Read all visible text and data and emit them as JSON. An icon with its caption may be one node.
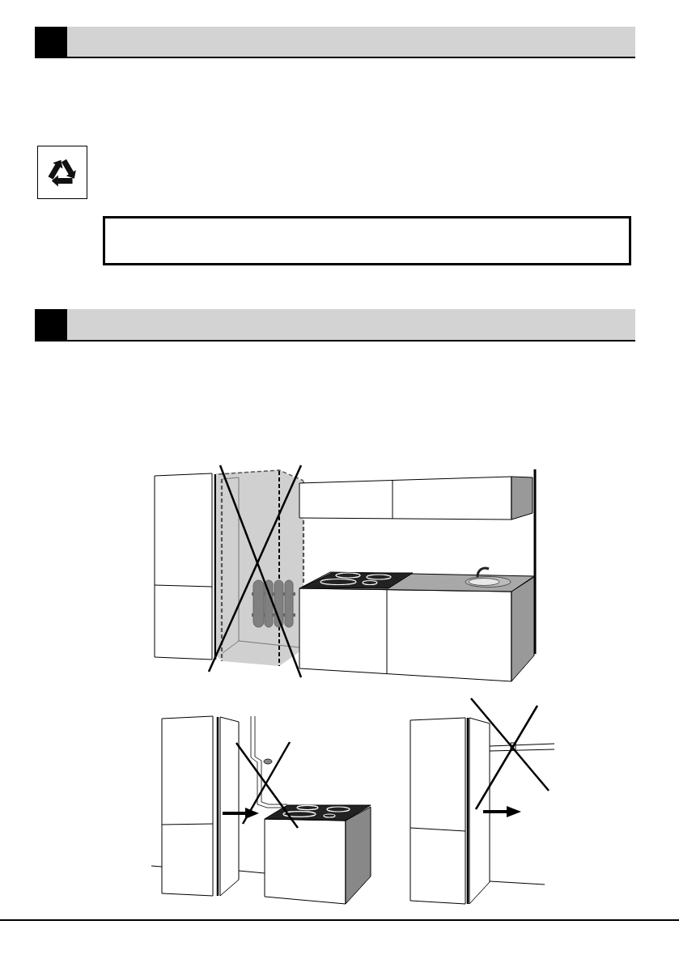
{
  "diagram": {
    "nodes": [
      {
        "text": [],
        "shape": "bar"
      },
      {
        "text": [],
        "shape": "box"
      },
      {
        "text": [],
        "shape": "bar"
      }
    ]
  }
}
